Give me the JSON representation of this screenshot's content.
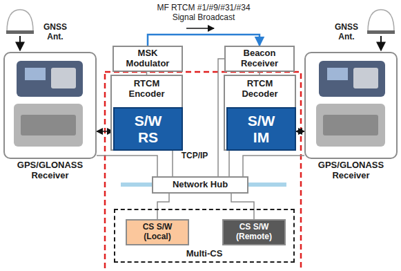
{
  "diagram": {
    "nodes": [
      {
        "text": [
          "GPS/GLONASS Receiver"
        ]
      },
      {
        "text": [
          "MSK Modulator"
        ]
      },
      {
        "text": [
          "Beacon Receiver"
        ]
      },
      {
        "text": [
          "RTCM Encoder"
        ]
      },
      {
        "text": [
          "S/W RS"
        ],
        "in": 3
      },
      {
        "text": [
          "RTCM Decoder"
        ]
      },
      {
        "text": [
          "S/W IM"
        ],
        "in": 5
      },
      {
        "text": [
          "GPS/GLONASS Receiver"
        ]
      },
      {
        "text": [
          "Network Hub"
        ]
      },
      {
        "text": [
          "Multi-CS"
        ]
      },
      {
        "text": [
          "CS S/W (Local)"
        ],
        "in": 9
      },
      {
        "text": [
          "CS S/W (Remote)"
        ],
        "in": 9
      }
    ],
    "edges": [
      {
        "from": 1,
        "to": 2,
        "arrow": "to",
        "label": "MF RTCM #1/#9/#31/#34 Signal Broadcast"
      },
      {
        "from": 3,
        "to": 1,
        "arrow": "none"
      },
      {
        "from": 2,
        "to": 5,
        "arrow": "none"
      },
      {
        "from": 2,
        "to": 8,
        "arrow": "none"
      },
      {
        "from": 0,
        "to": 4,
        "arrow": "both"
      },
      {
        "from": 7,
        "to": 6,
        "arrow": "both"
      },
      {
        "from": 4,
        "to": 8,
        "arrow": "none"
      },
      {
        "from": 0,
        "to": 8,
        "arrow": "none"
      },
      {
        "from": 6,
        "to": 8,
        "arrow": "none"
      },
      {
        "from": 7,
        "to": 8,
        "arrow": "none"
      },
      {
        "from": 8,
        "to": 10,
        "arrow": "none"
      },
      {
        "from": 8,
        "to": 11,
        "arrow": "none"
      }
    ],
    "labels": [
      "GNSS Ant.",
      "GNSS Ant.",
      "TCP/IP"
    ]
  }
}
